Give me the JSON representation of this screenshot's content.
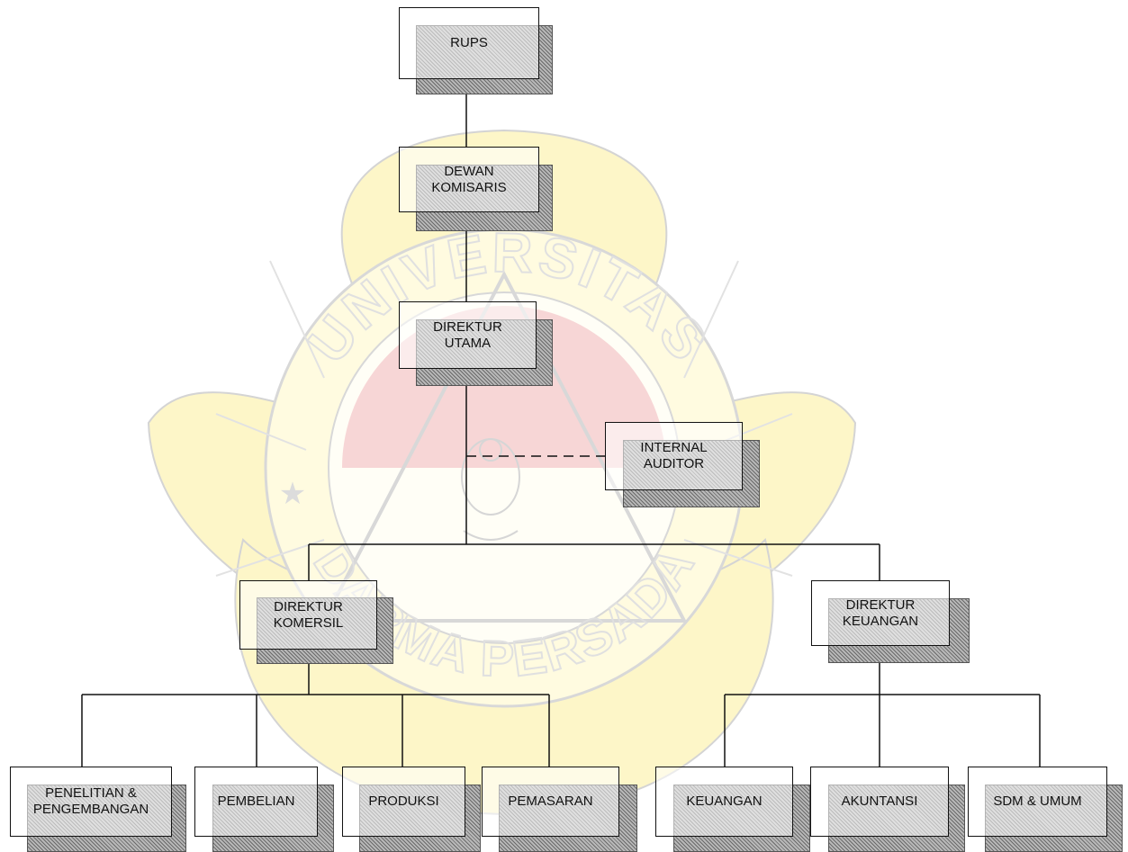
{
  "org_chart": {
    "nodes": {
      "rups": "RUPS",
      "dewan_komisaris": "DEWAN\nKOMISARIS",
      "direktur_utama": "DIREKTUR\nUTAMA",
      "internal_auditor": "INTERNAL\nAUDITOR",
      "direktur_komersil": "DIREKTUR\nKOMERSIL",
      "direktur_keuangan": "DIREKTUR\nKEUANGAN",
      "penelitian_pengembangan": "PENELITIAN &\nPENGEMBANGAN",
      "pembelian": "PEMBELIAN",
      "produksi": "PRODUKSI",
      "pemasaran": "PEMASARAN",
      "keuangan": "KEUANGAN",
      "akuntansi": "AKUNTANSI",
      "sdm_umum": "SDM & UMUM"
    }
  },
  "watermark": {
    "arc_text": "UNIVERSITAS",
    "bottom_text": "DARMA PERSADA",
    "colors": {
      "yellow": "#fdf6c8",
      "red": "#f7d6d6",
      "outline": "#d8d8d8"
    }
  },
  "colors": {
    "line": "#111111",
    "box_border": "#111111",
    "shadow": "#9a9a9a"
  }
}
